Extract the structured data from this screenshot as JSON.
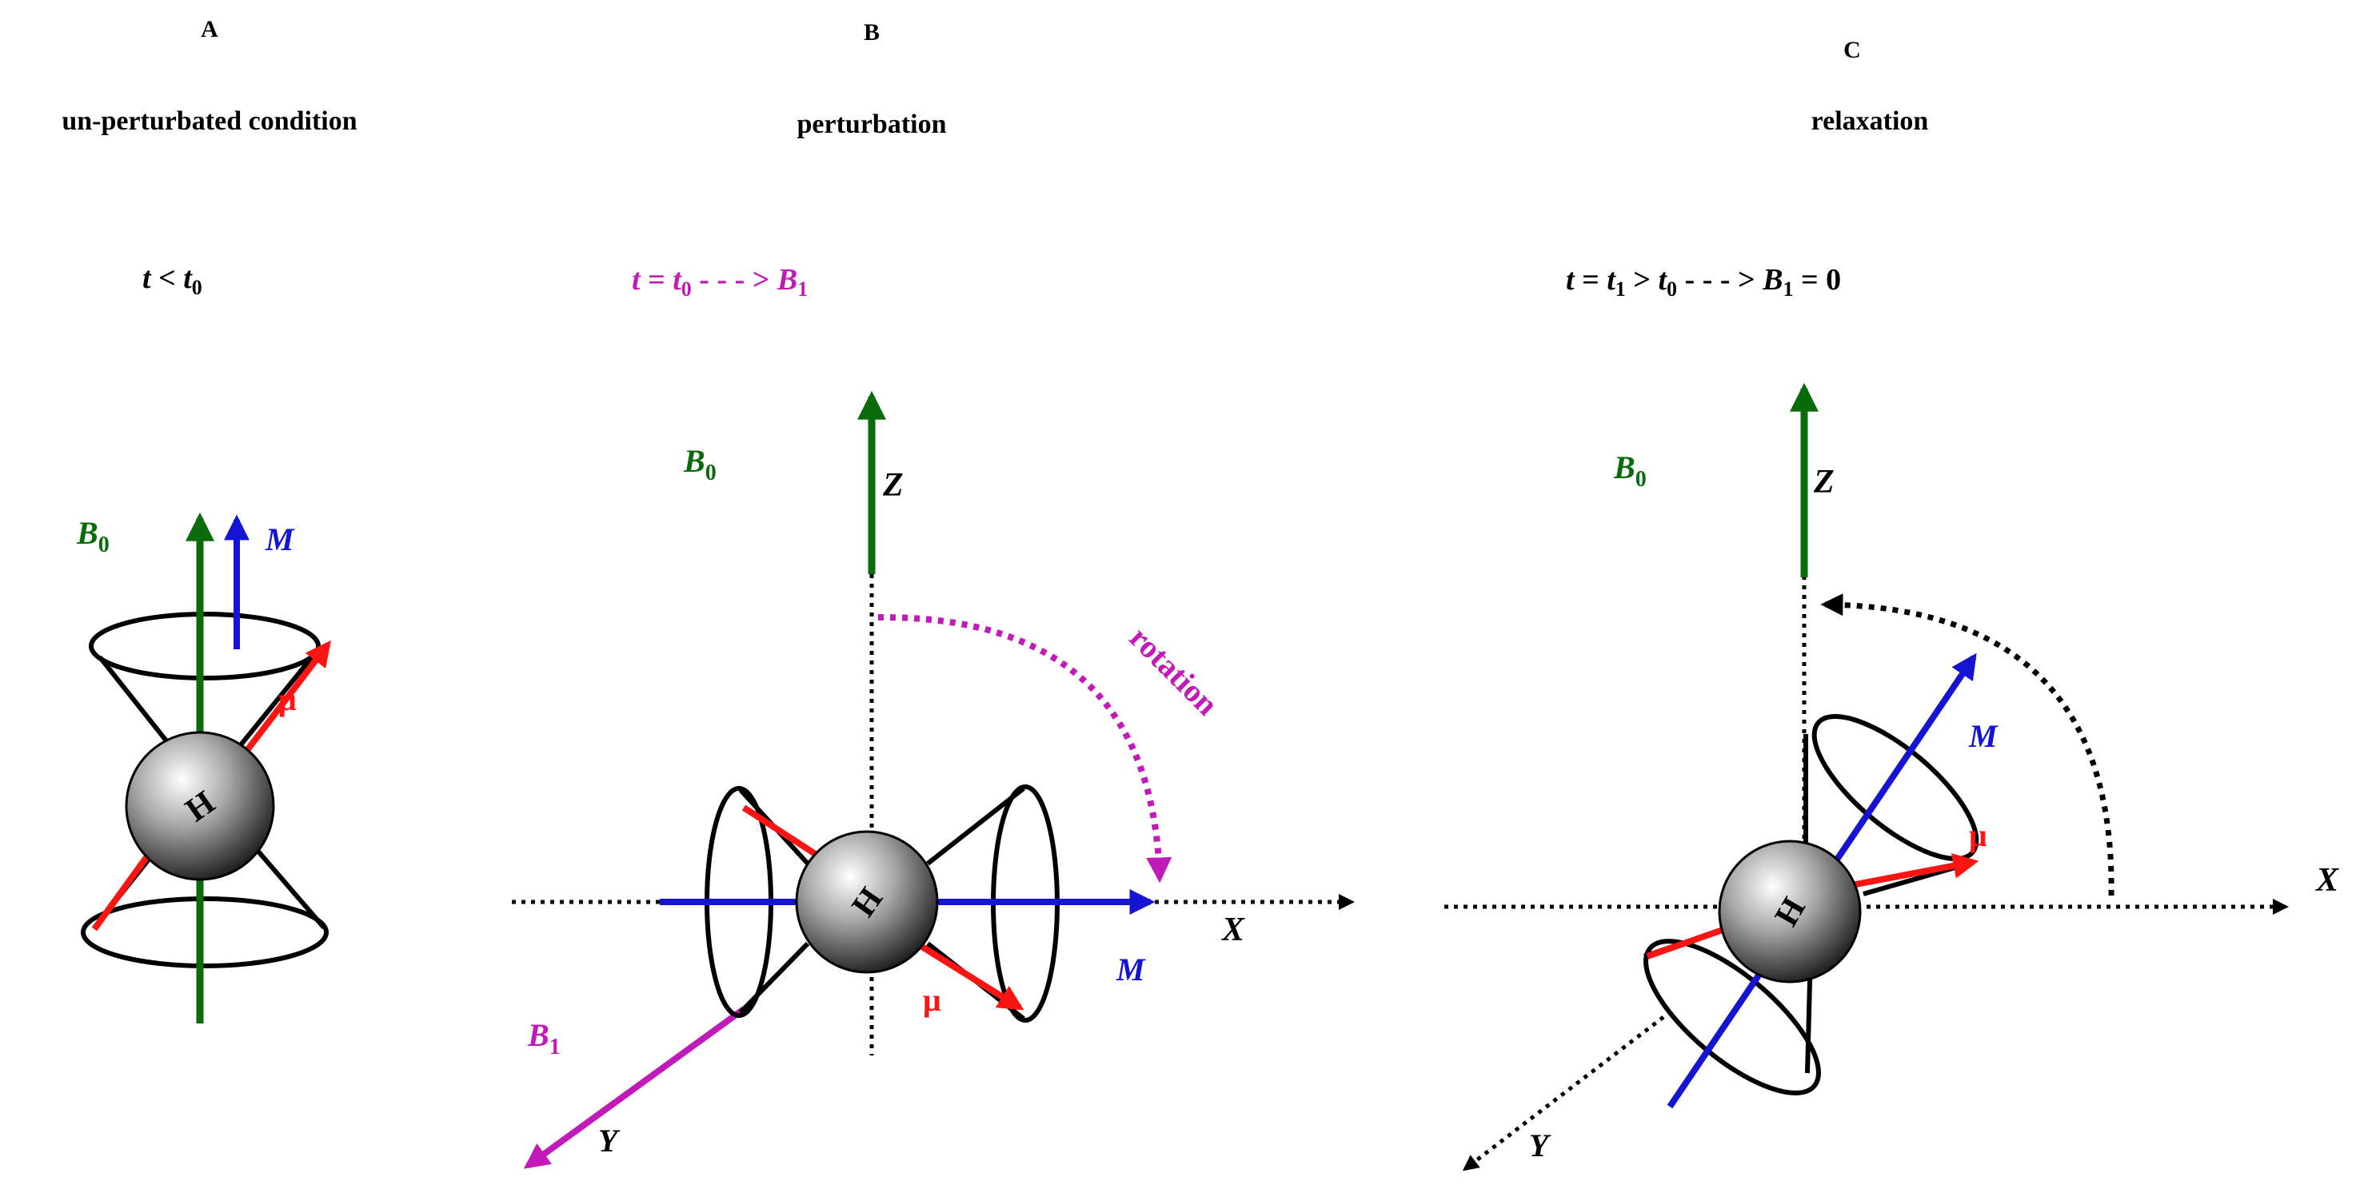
{
  "colors": {
    "black": "#000000",
    "green": "#0a6b0a",
    "blue": "#1414d2",
    "red": "#ff1414",
    "magenta": "#c21ab8"
  },
  "panels": [
    {
      "letter": "A",
      "title": "un-perturbated condition",
      "time": {
        "parts": [
          "t",
          " < ",
          "t",
          "0"
        ]
      },
      "field": "B0",
      "moment": "M",
      "spin": "μ",
      "nucleus": "H"
    },
    {
      "letter": "B",
      "title": "perturbation",
      "time": {
        "parts": [
          "t",
          " = ",
          "t",
          "0",
          " - - - > ",
          "B",
          "1"
        ]
      },
      "field": "B0",
      "axis_z": "Z",
      "axis_x": "X",
      "axis_y": "Y",
      "rf_field": "B1",
      "moment": "M",
      "spin": "μ",
      "nucleus": "H",
      "note": "rotation"
    },
    {
      "letter": "C",
      "title": "relaxation",
      "time": {
        "parts": [
          "t",
          " = ",
          "t",
          "1",
          " > ",
          "t",
          "0",
          " - - - > ",
          "B",
          "1",
          " = 0"
        ]
      },
      "field": "B0",
      "axis_z": "Z",
      "axis_x": "X",
      "axis_y": "Y",
      "moment": "M",
      "spin": "μ",
      "nucleus": "H"
    }
  ]
}
